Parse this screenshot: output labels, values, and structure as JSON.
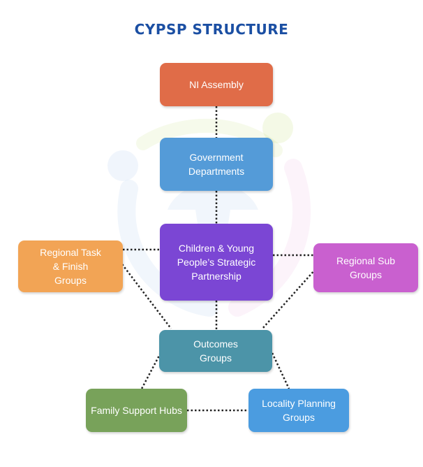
{
  "title": "CYPSP STRUCTURE",
  "colors": {
    "title": "#1b4fa3",
    "connector": "#222222",
    "ni_assembly": "#e06c48",
    "government": "#549bd8",
    "cypsp": "#7b46d4",
    "regional_task": "#f2a455",
    "regional_sub": "#c960cf",
    "outcomes": "#4c94a8",
    "family_support": "#78a25a",
    "locality": "#4b9ce0"
  },
  "nodes": {
    "ni_assembly": "NI Assembly",
    "government": "Government\nDepartments",
    "cypsp": "Children & Young\nPeople’s Strategic\nPartnership",
    "regional_task": "Regional Task\n& Finish\nGroups",
    "regional_sub": "Regional Sub\nGroups",
    "outcomes": "Outcomes\nGroups",
    "family_support": "Family Support Hubs",
    "locality": "Locality Planning\nGroups"
  }
}
